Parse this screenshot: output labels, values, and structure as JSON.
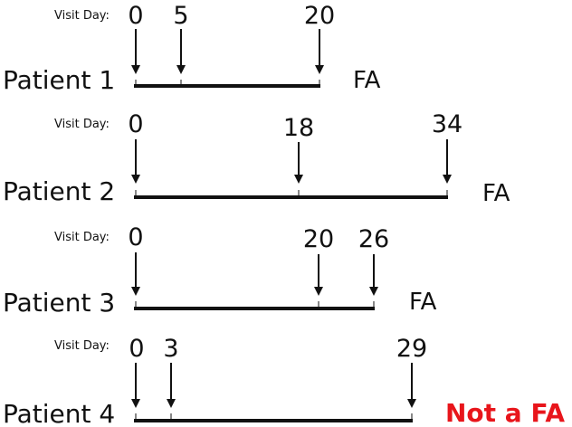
{
  "visit_day_label": "Visit Day:",
  "colors": {
    "ink": "#111111",
    "negative": "#e8151b"
  },
  "patients": [
    {
      "name": "Patient 1",
      "visits": [
        "0",
        "5",
        "20"
      ],
      "days": [
        0,
        5,
        20
      ],
      "outcome": "FA",
      "negative": false
    },
    {
      "name": "Patient 2",
      "visits": [
        "0",
        "18",
        "34"
      ],
      "days": [
        0,
        18,
        34
      ],
      "outcome": "FA",
      "negative": false
    },
    {
      "name": "Patient 3",
      "visits": [
        "0",
        "20",
        "26"
      ],
      "days": [
        0,
        20,
        26
      ],
      "outcome": "FA",
      "negative": false
    },
    {
      "name": "Patient 4",
      "visits": [
        "0",
        "3",
        "29"
      ],
      "days": [
        0,
        3,
        29
      ],
      "outcome": "Not a FA",
      "negative": true
    }
  ]
}
